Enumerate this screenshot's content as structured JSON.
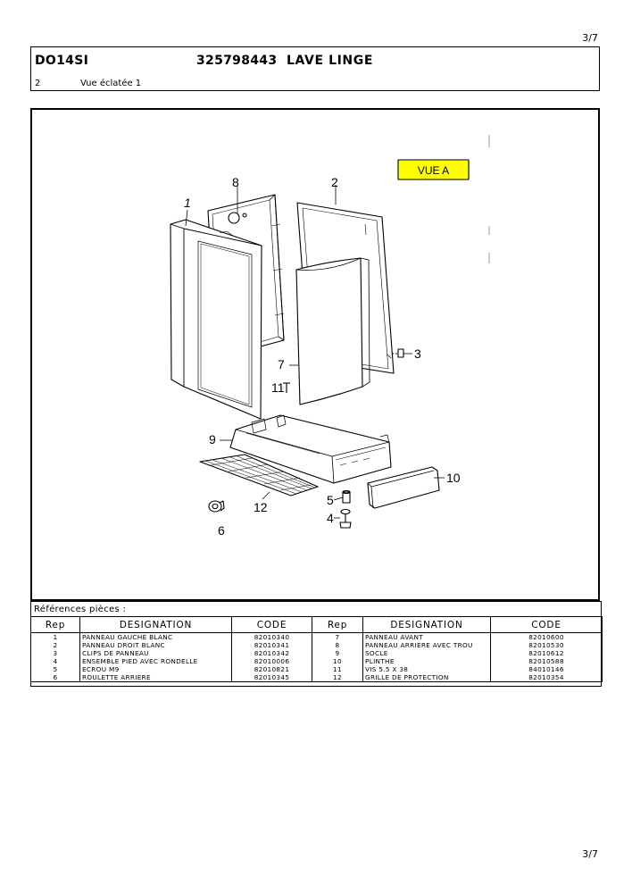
{
  "page_number": "3/7",
  "header": {
    "model": "DO14SI",
    "code": "325798443",
    "product": "LAVE LINGE",
    "section_number": "2",
    "section_title": "Vue éclatée 1"
  },
  "diagram": {
    "view_label": "VUE A",
    "view_label_color": "#ffff00",
    "callouts": [
      "1",
      "2",
      "3",
      "4",
      "5",
      "6",
      "7",
      "8",
      "9",
      "10",
      "11",
      "12"
    ]
  },
  "references": {
    "title": "Références pièces  :",
    "columns": [
      "Rep",
      "DESIGNATION",
      "CODE",
      "Rep",
      "DESIGNATION",
      "CODE"
    ],
    "rows": [
      [
        "1",
        "PANNEAU GAUCHE BLANC",
        "82010340",
        "7",
        "PANNEAU AVANT",
        "82010600"
      ],
      [
        "2",
        "PANNEAU DROIT BLANC",
        "82010341",
        "8",
        "PANNEAU ARRIERE AVEC TROU",
        "82010530"
      ],
      [
        "3",
        "CLIPS DE PANNEAU",
        "82010342",
        "9",
        "SOCLE",
        "82010612"
      ],
      [
        "4",
        "ENSEMBLE  PIED AVEC RONDELLE",
        "82010006",
        "10",
        "PLINTHE",
        "82010588"
      ],
      [
        "5",
        "ECROU M9",
        "82010821",
        "11",
        "VIS 5.5 X 38",
        "84010146"
      ],
      [
        "6",
        "ROULETTE  ARRIERE",
        "82010345",
        "12",
        "GRILLE DE PROTECTION",
        "82010354"
      ]
    ]
  }
}
